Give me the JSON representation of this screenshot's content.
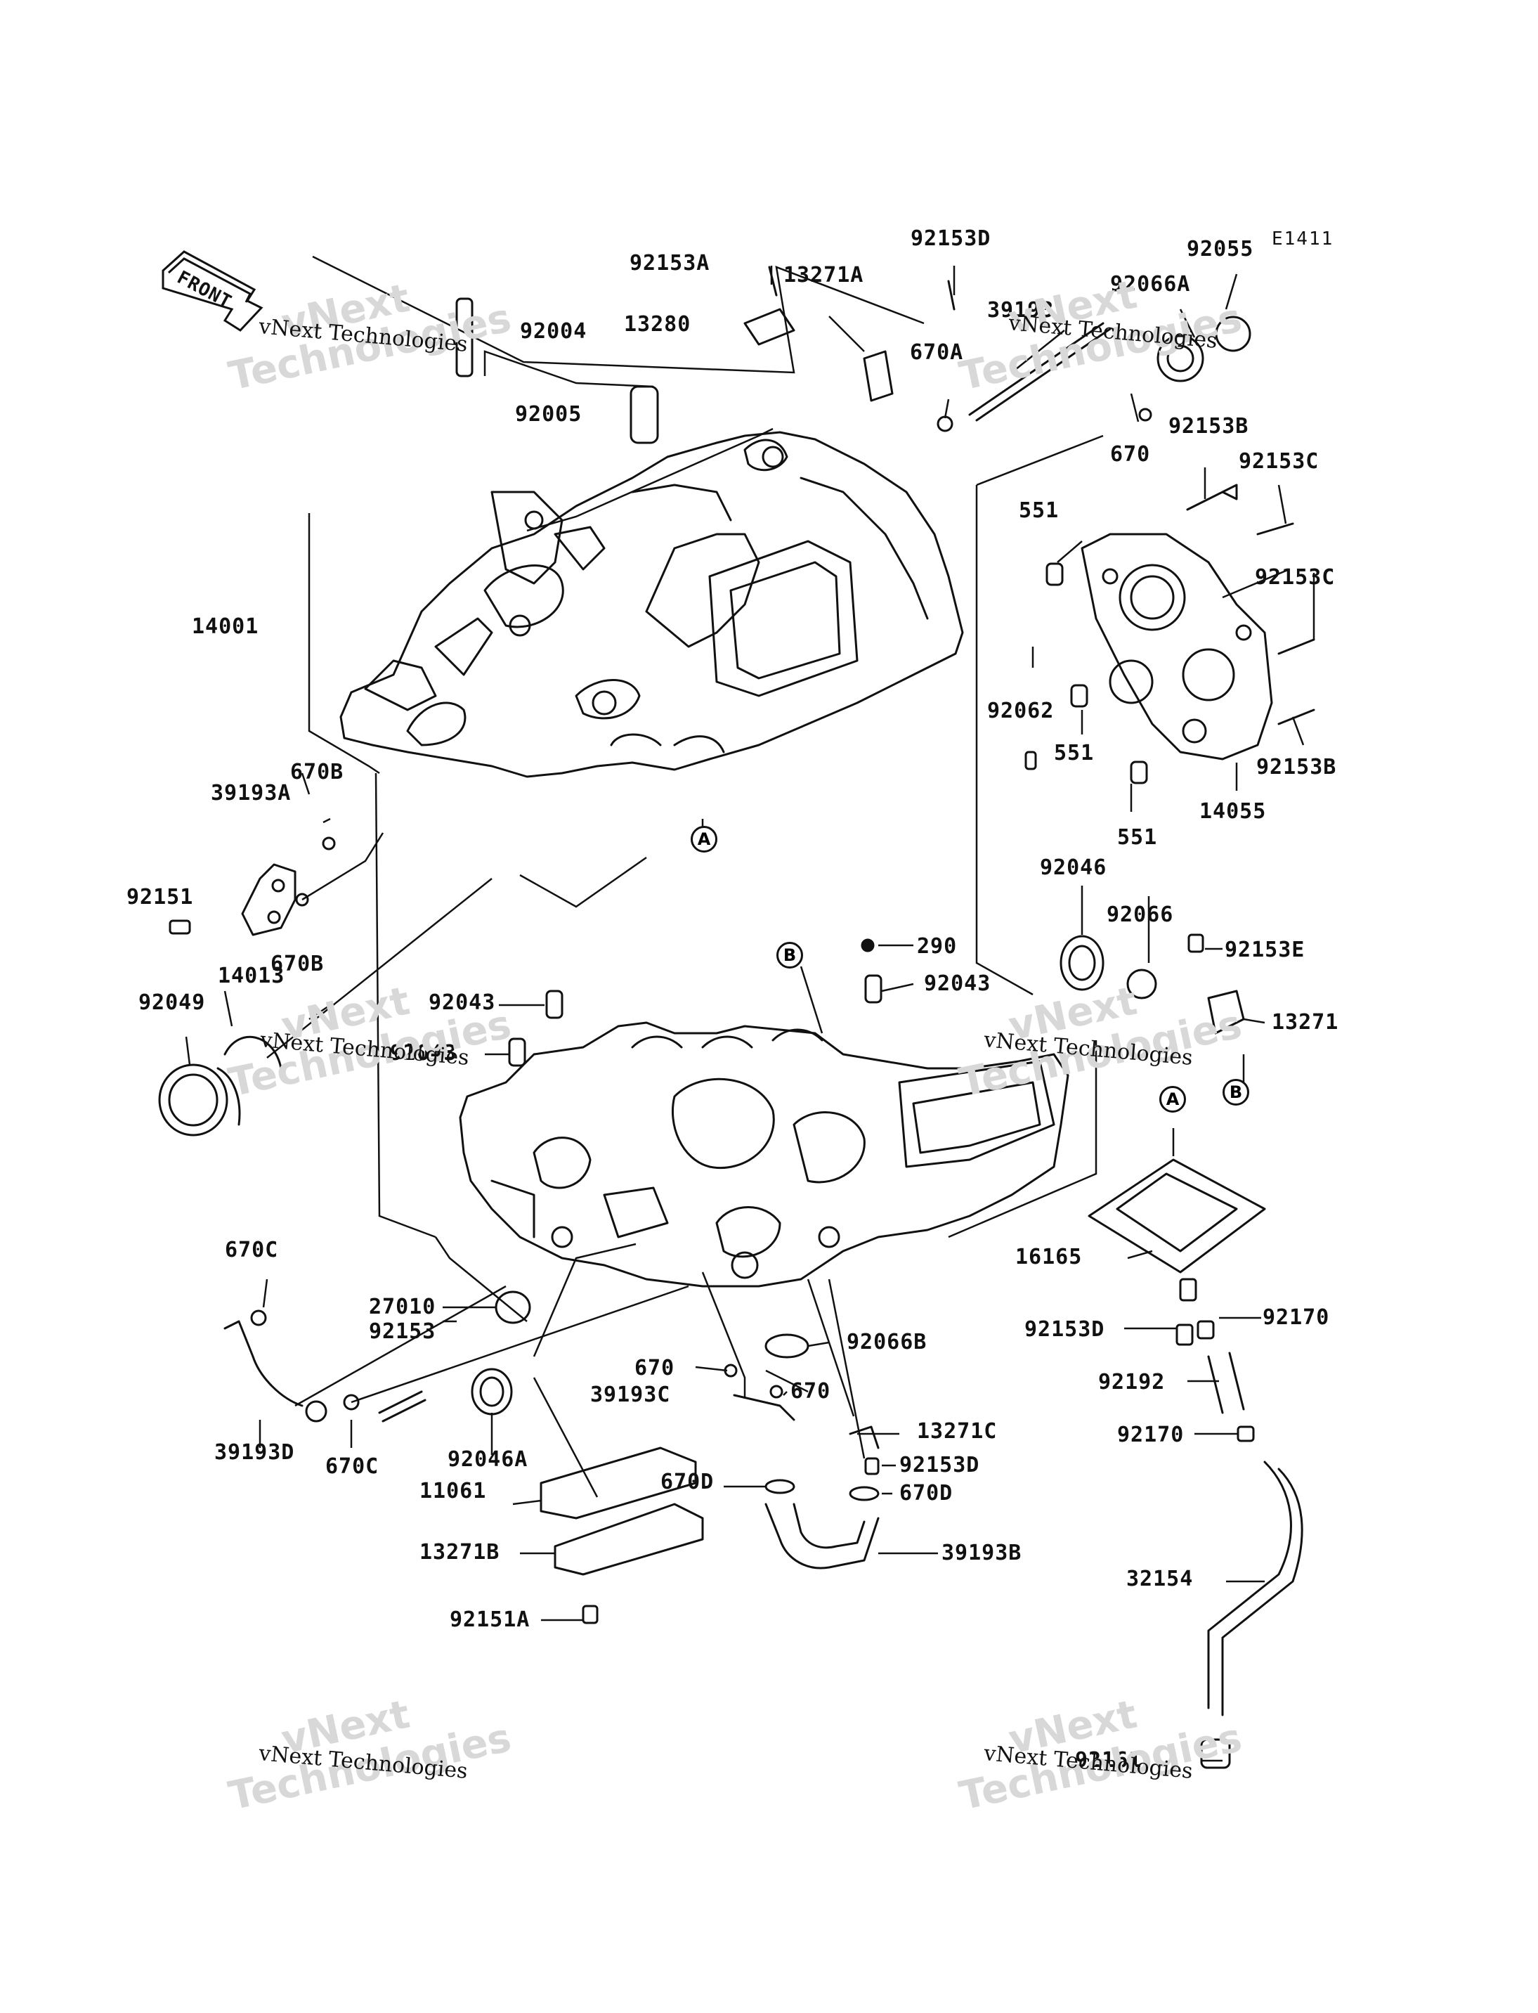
{
  "diagram_code": "E1411",
  "front_label": "FRONT",
  "watermark": {
    "text": "vNext Technologies",
    "big_line1": "vNext",
    "big_line2": "Technologies"
  },
  "callouts": {
    "a": "A",
    "b": "B"
  },
  "parts": {
    "p92153A": "92153A",
    "p92153D_top": "92153D",
    "p13271A": "13271A",
    "p92055": "92055",
    "p92066A": "92066A",
    "p92004": "92004",
    "p13280": "13280",
    "p39193": "39193",
    "p670A": "670A",
    "p92005": "92005",
    "p670_top": "670",
    "p92153B_top": "92153B",
    "p92153C_1": "92153C",
    "p551_1": "551",
    "p92153C_2": "92153C",
    "p14001": "14001",
    "p92062": "92062",
    "p551_2": "551",
    "p92153B_2": "92153B",
    "p14055": "14055",
    "p670B_1": "670B",
    "p39193A": "39193A",
    "p551_3": "551",
    "p92151": "92151",
    "p670B_2": "670B",
    "p92046": "92046",
    "p92066": "92066",
    "p14013": "14013",
    "p290": "290",
    "p92153E": "92153E",
    "p92049": "92049",
    "p92043_1": "92043",
    "p92043_2": "92043",
    "p92043_3": "92043",
    "p13271": "13271",
    "p670C_1": "670C",
    "p16165": "16165",
    "p27010": "27010",
    "p92153": "92153",
    "p92153D_bottom": "92153D",
    "p92170_1": "92170",
    "p92066B": "92066B",
    "p670_1": "670",
    "p39193C": "39193C",
    "p670_2": "670",
    "p92192": "92192",
    "p39193D": "39193D",
    "p670C_2": "670C",
    "p13271C": "13271C",
    "p92170_2": "92170",
    "p92046A": "92046A",
    "p92153D_mid": "92153D",
    "p11061": "11061",
    "p670D_1": "670D",
    "p670D_2": "670D",
    "p13271B": "13271B",
    "p39193B": "39193B",
    "p32154": "32154",
    "p92151A": "92151A",
    "p92161": "92161"
  }
}
